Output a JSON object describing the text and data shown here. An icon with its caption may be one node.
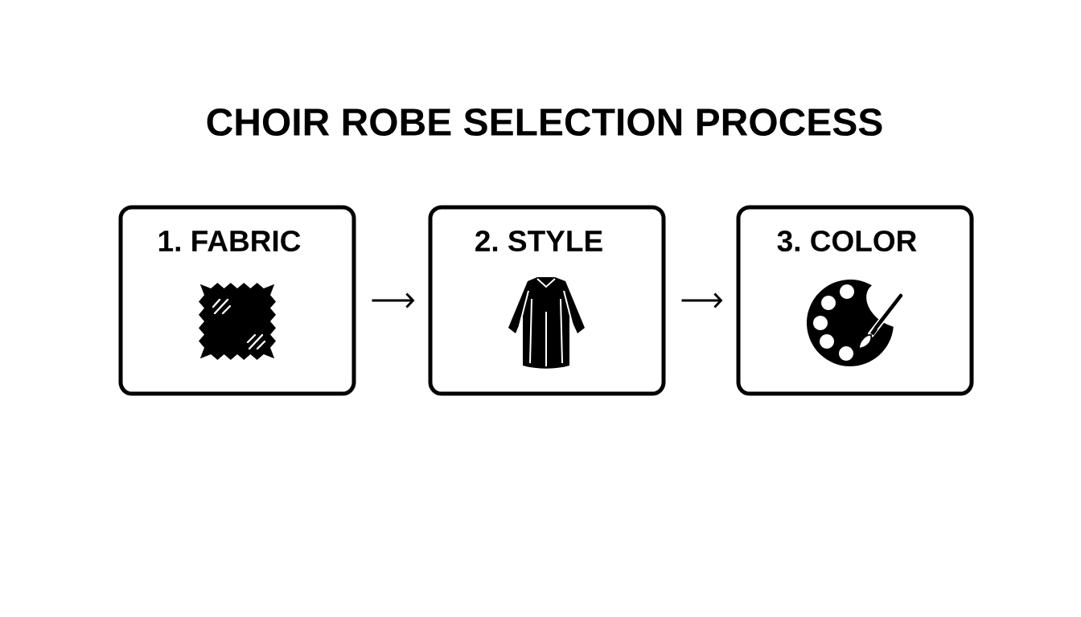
{
  "diagram": {
    "title": "CHOIR ROBE SELECTION PROCESS",
    "nodes": [
      {
        "text": [
          "1. FABRIC"
        ]
      },
      {
        "text": [
          "2. STYLE"
        ]
      },
      {
        "text": [
          "3. COLOR"
        ]
      }
    ],
    "edges": [
      {
        "from": 0,
        "to": 1,
        "arrow": "to"
      },
      {
        "from": 1,
        "to": 2,
        "arrow": "to"
      }
    ]
  }
}
